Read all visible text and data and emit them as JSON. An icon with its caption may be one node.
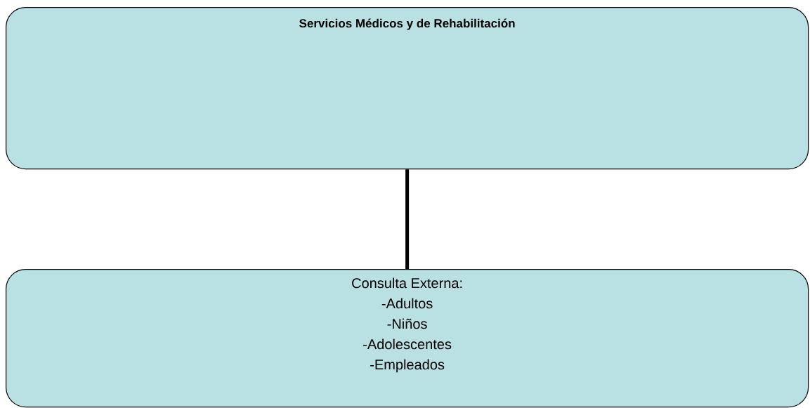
{
  "diagram": {
    "nodes": [
      {
        "text": [
          "Servicios Médicos y de Rehabilitación"
        ]
      },
      {
        "text": [
          "Consulta Externa:",
          "-Adultos",
          "-Niños",
          "-Adolescentes",
          "-Empleados"
        ]
      }
    ],
    "edges": [
      {
        "from": 0,
        "to": 1,
        "arrow": "none"
      }
    ]
  }
}
